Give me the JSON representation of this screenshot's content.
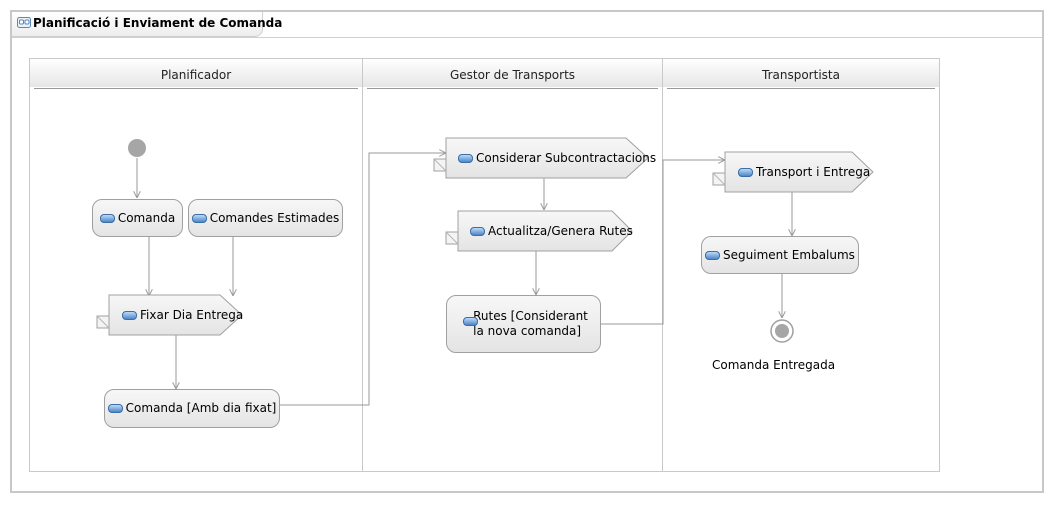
{
  "diagram": {
    "title": "Planificació i Enviament de Comanda"
  },
  "lanes": [
    {
      "label": "Planificador"
    },
    {
      "label": "Gestor de Transports"
    },
    {
      "label": "Transportista"
    }
  ],
  "nodes": {
    "comanda": "Comanda",
    "comandes_estimades": "Comandes Estimades",
    "fixar_dia": "Fixar Dia Entrega",
    "comanda_fixat": "Comanda [Amb dia fixat]",
    "considerar": "Considerar Subcontractacions",
    "actualitza": "Actualitza/Genera Rutes",
    "rutes_line1": "Rutes [Considerant",
    "rutes_line2": "la nova comanda]",
    "transport": "Transport i Entrega",
    "seguiment": "Seguiment Embalums",
    "final_label": "Comanda Entregada"
  },
  "colors": {
    "border": "#a0a0a0",
    "node_fill_top": "#f7f7f7",
    "node_fill_bottom": "#e4e4e4",
    "pin_blue": "#4f86c6",
    "initial": "#a6a6a6"
  }
}
